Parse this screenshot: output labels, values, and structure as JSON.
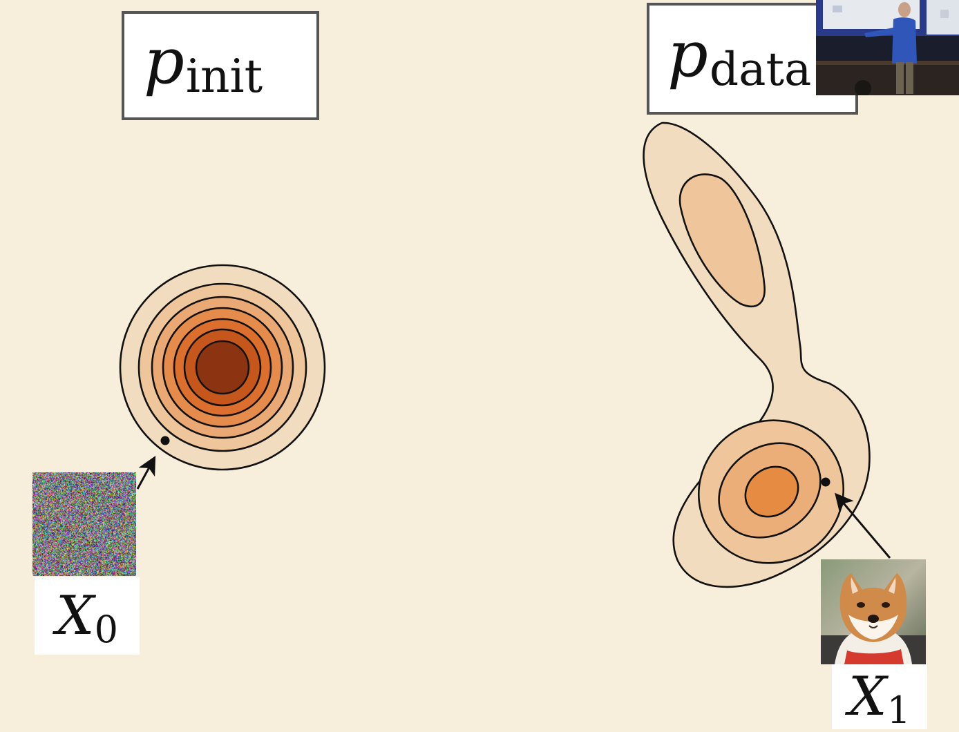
{
  "labels": {
    "init": {
      "symbol": "p",
      "subscript": "init"
    },
    "data": {
      "symbol": "p",
      "subscript": "data"
    },
    "x0": {
      "symbol": "X",
      "subscript": "0"
    },
    "x1": {
      "symbol": "X",
      "subscript": "1"
    }
  },
  "colors": {
    "background": "#f8eedc",
    "box_border": "#555555",
    "contour_line": "#111111",
    "init_levels": [
      "#f2dcc0",
      "#efc69c",
      "#eaa874",
      "#e58c4c",
      "#dc6f2e",
      "#c5561c",
      "#8c3412"
    ],
    "data_levels": [
      "#f2dcc0",
      "#efc69c",
      "#ecae78",
      "#e58c42"
    ]
  },
  "icons": {
    "noise": "noise-image",
    "dog": "shiba-dog-photo",
    "webcam": "lecturer-webcam"
  }
}
